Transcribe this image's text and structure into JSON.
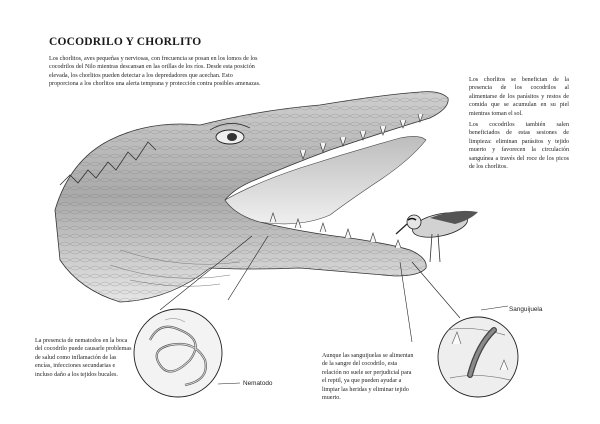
{
  "title": "COCODRILO Y CHORLITO",
  "intro": "Los chorlitos, aves pequeñas y nerviosas, con frecuencia se posan en los lomos de los cocodrilos del Nilo mientras descansan en las orillas de los ríos. Desde esta posición elevada, los chorlitos pueden detectar a los depredadores que acechan. Esto proporciona a los chorlitos una alerta temprana y protección contra posibles amenazas.",
  "right_top": "Los chorlitos se benefician de la presencia de los cocodrilos al alimentarse de los parásitos y restos de comida que se acumulan en su piel mientras toman el sol.",
  "right_bottom": "Los cocodrilos también salen beneficiados de estas sesiones de limpieza: eliminan parásitos y tejido muerto y favorecen la circulación sanguínea a través del roce de los picos de los chorlitos.",
  "note_left": "La presencia de nematodos en la boca del cocodrilo puede causarle problemas de salud como inflamación de las encías, infecciones secundarias e incluso daño a los tejidos bucales.",
  "note_middle": "Aunque las sanguijuelas se alimentan de la sangre del cocodrilo, esta relación no suele ser perjudicial para el reptil, ya que pueden ayudar a limpiar las heridas y eliminar tejido muerto.",
  "label_nematode": "Nematodo",
  "label_leech": "Sanguijuela",
  "colors": {
    "ink": "#1a1a1a",
    "shade": "#8a8a8a",
    "light": "#d8d8d8"
  }
}
